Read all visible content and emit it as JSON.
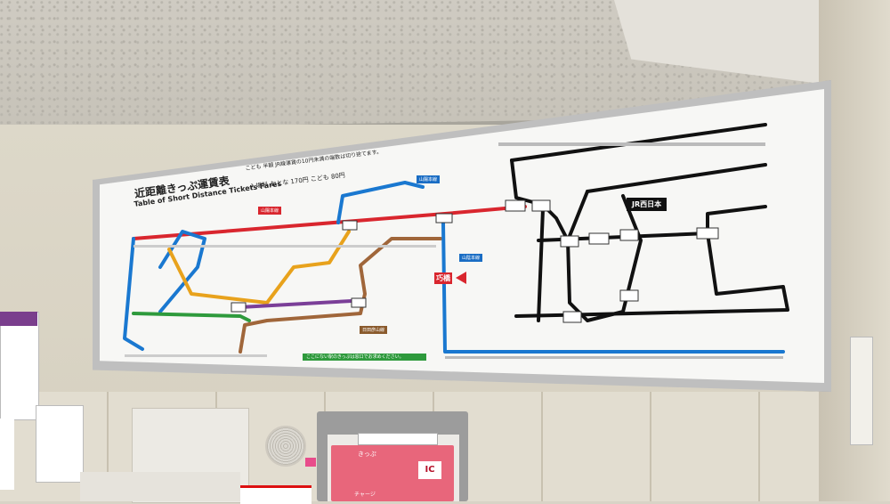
{
  "board": {
    "title_jp": "近距離きっぷ運賃表",
    "title_en": "Table of Short Distance Tickets Fares",
    "fare_note": "こども 半額 JR線運賃の10円未満の端数は切り捨てます。",
    "fare_line": "入場料 おとな 170円 こども 80円",
    "operator_badge": "JR西日本",
    "here_label": "巧橋",
    "notice": "ここにない駅のきっぷは窓口でお求めください。",
    "line_labels": [
      {
        "text": "山陽本線",
        "color": "#d9262e"
      },
      {
        "text": "山陽本線",
        "color": "#1a6dc4"
      },
      {
        "text": "山陰本線",
        "color": "#1a6dc4"
      },
      {
        "text": "日田彦山線",
        "color": "#8a5a2c"
      }
    ]
  },
  "colors": {
    "red_line": "#d9262e",
    "blue_line": "#1a78d0",
    "yellow_line": "#e8a21c",
    "purple_line": "#7b3f98",
    "green_line": "#2e9a3c",
    "brown_line": "#a0663a",
    "black_line": "#111111"
  },
  "machine": {
    "sign": "きっぷ",
    "ic": "IC",
    "sub": "チャージ"
  }
}
